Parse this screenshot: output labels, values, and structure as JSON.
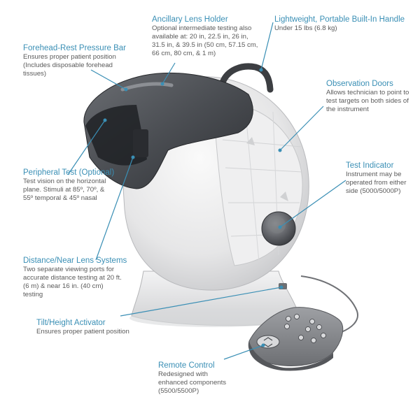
{
  "callouts": {
    "ancillary": {
      "title": "Ancillary Lens Holder",
      "desc": "Optional intermediate testing also available at: 20 in, 22.5 in, 26 in, 31.5 in, & 39.5 in (50 cm, 57.15 cm, 66 cm, 80 cm, & 1 m)"
    },
    "handle": {
      "title": "Lightweight, Portable Built-In Handle",
      "desc": "Under 15 lbs (6.8 kg)"
    },
    "forehead": {
      "title": "Forehead-Rest Pressure Bar",
      "desc": "Ensures proper patient position (Includes disposable forehead tissues)"
    },
    "observation": {
      "title": "Observation Doors",
      "desc": "Allows technician to point to test targets on both sides of the instrument"
    },
    "test_indicator": {
      "title": "Test Indicator",
      "desc": "Instrument may be operated from either side (5000/5000P)"
    },
    "peripheral": {
      "title": "Peripheral Test (Optional)",
      "desc": "Test vision on the horizontal plane.  Stimuli at 85º, 70º, & 55º temporal & 45º nasal"
    },
    "distance": {
      "title": "Distance/Near Lens Systems",
      "desc": "Two separate viewing ports for accurate distance testing at 20 ft. (6 m) & near 16 in. (40 cm) testing"
    },
    "tilt": {
      "title": "Tilt/Height Activator",
      "desc": "Ensures proper patient position"
    },
    "remote": {
      "title": "Remote Control",
      "desc": "Redesigned with enhanced components (5500/5500P)"
    }
  },
  "colors": {
    "title": "#3a8fb5",
    "desc": "#5a5a5a",
    "leader": "#3a8fb5",
    "body": "#e9e9ea",
    "hood": "#4a4d52"
  }
}
